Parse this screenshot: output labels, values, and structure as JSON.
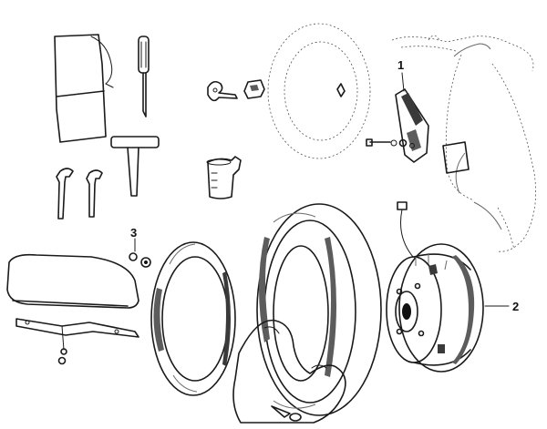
{
  "callouts": [
    {
      "id": "1",
      "text": "1"
    },
    {
      "id": "2",
      "text": "2"
    },
    {
      "id": "3",
      "text": "3"
    }
  ],
  "colors": {
    "ink": "#1a1a1a",
    "paper": "#ffffff"
  }
}
